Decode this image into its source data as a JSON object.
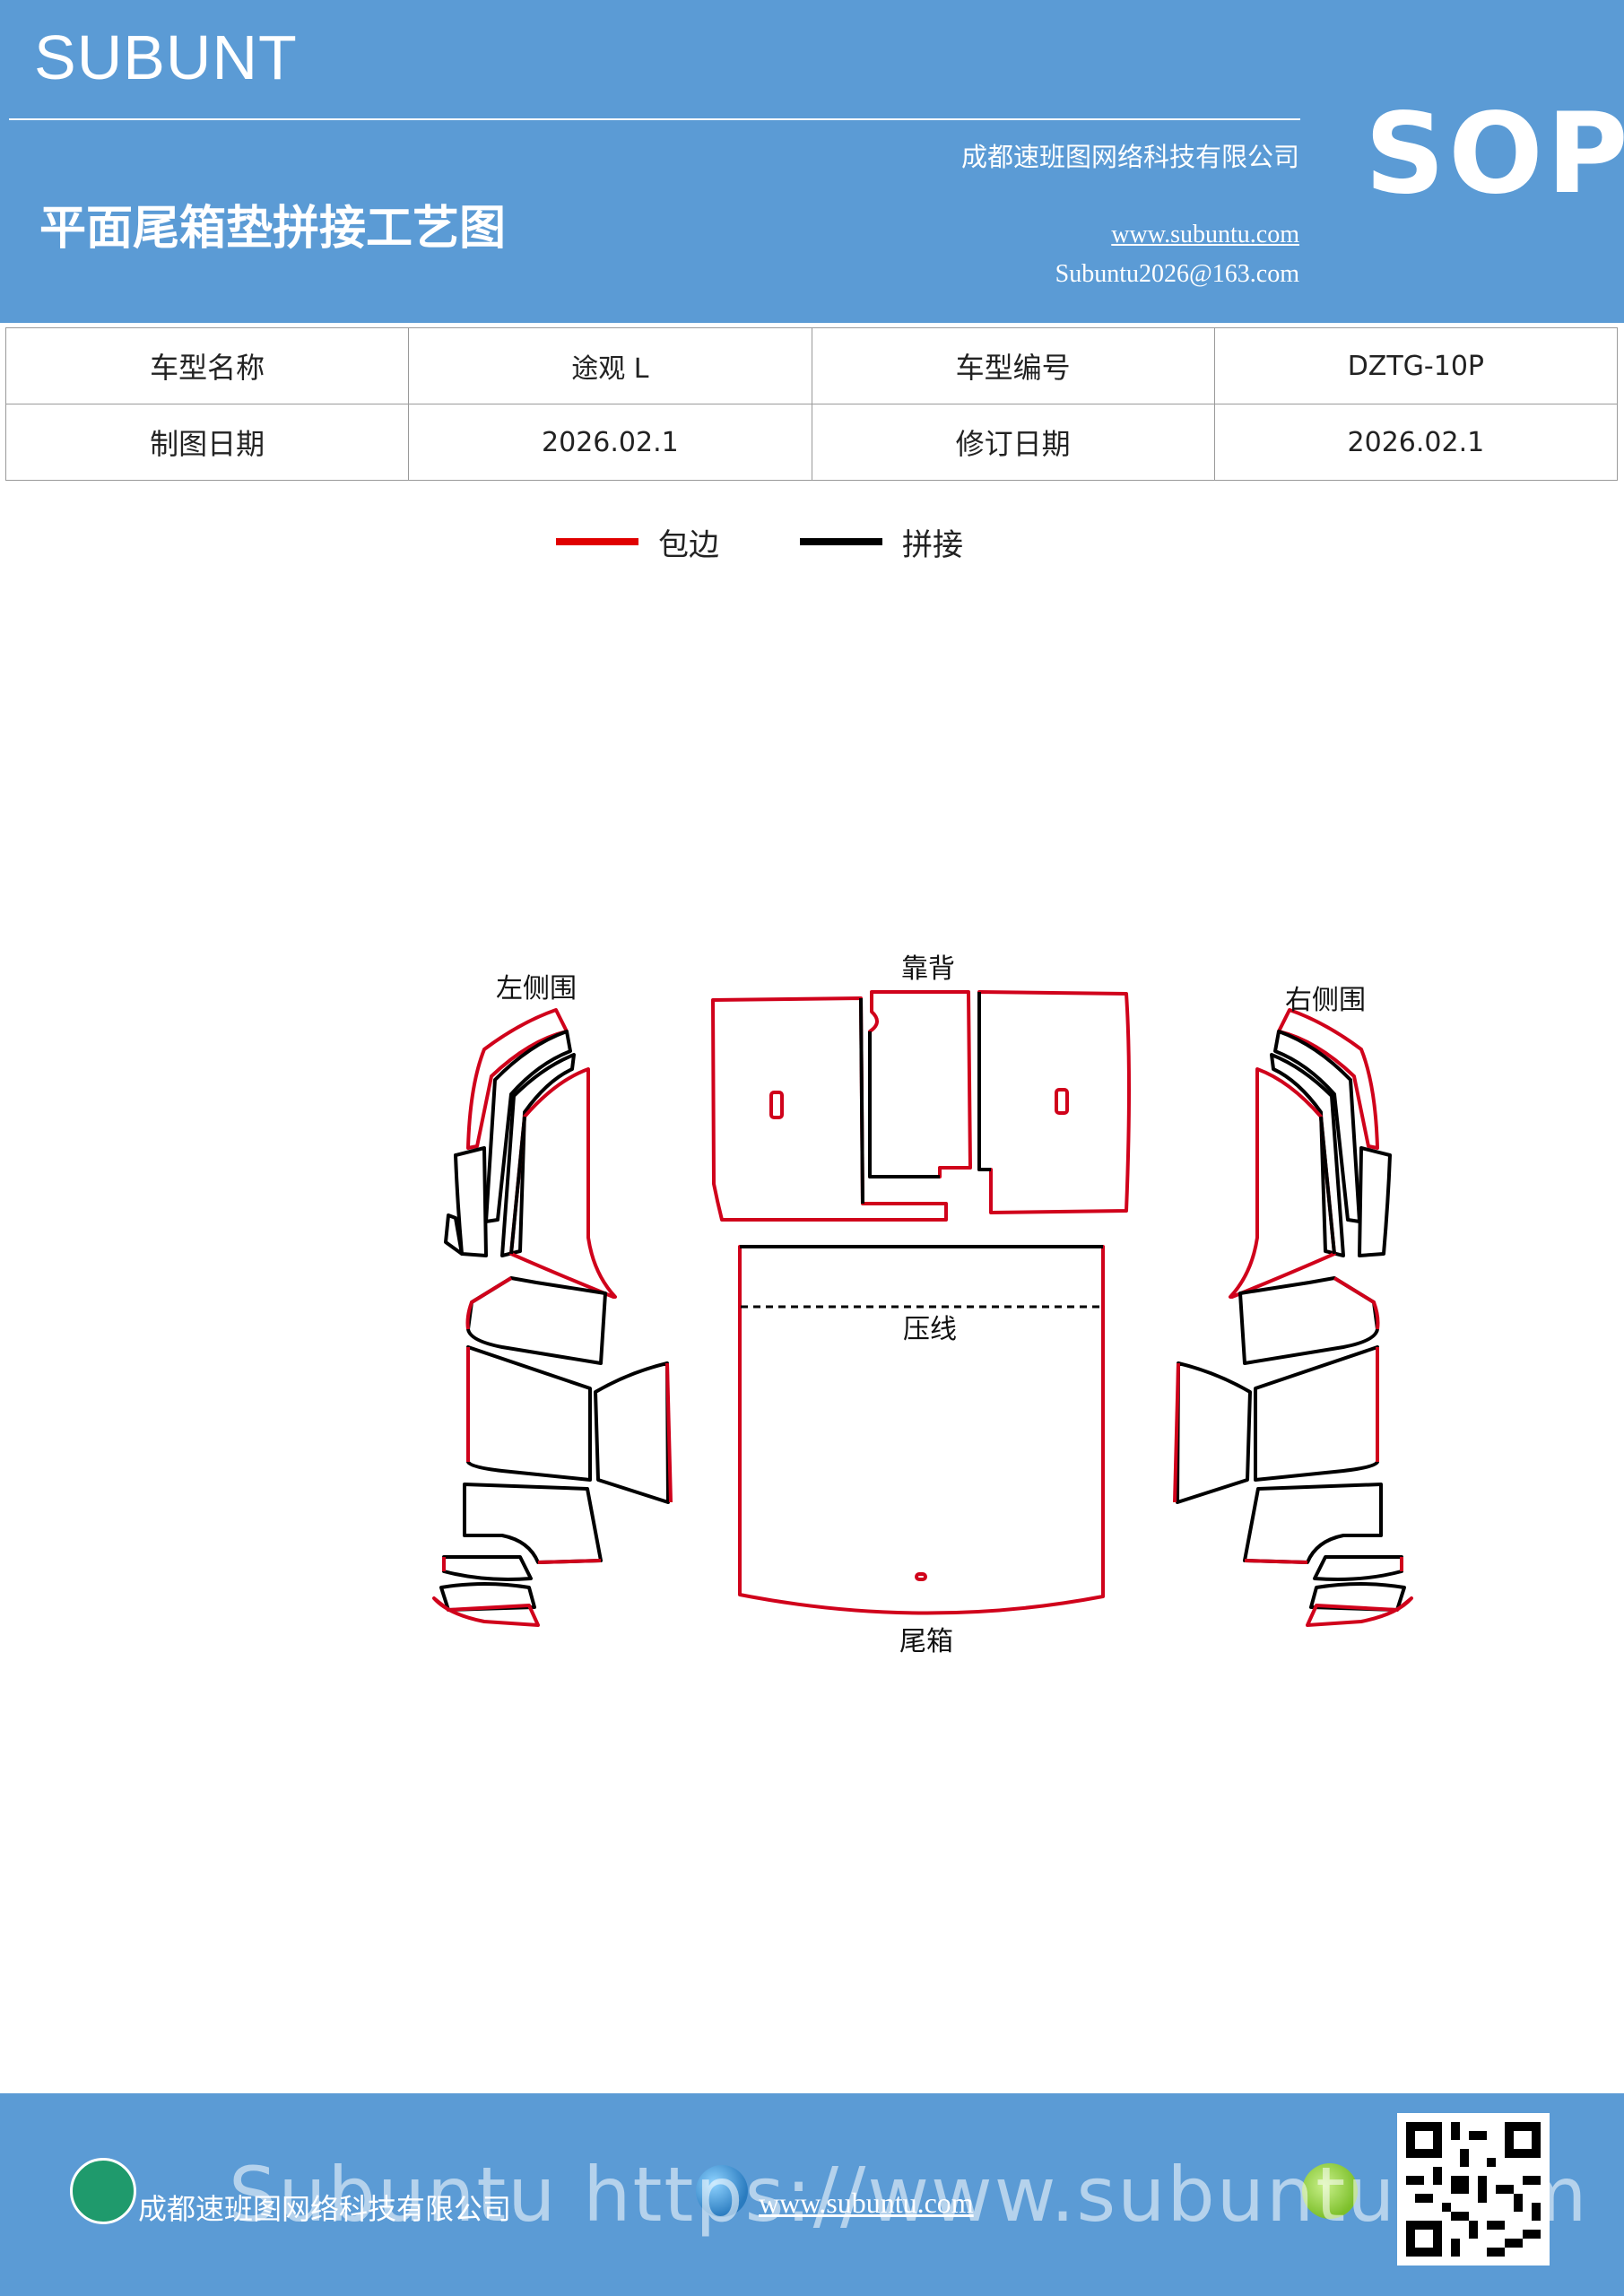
{
  "header": {
    "brand": "SUBUNT",
    "title": "平面尾箱垫拼接工艺图",
    "company": "成都速班图网络科技有限公司",
    "website": "www.subuntu.com",
    "email": "Subuntu2026@163.com",
    "badge": "SOP"
  },
  "info_table": {
    "rows": [
      {
        "label1": "车型名称",
        "value1": "途观 L",
        "label2": "车型编号",
        "value2": "DZTG-10P"
      },
      {
        "label1": "制图日期",
        "value1": "2026.02.1",
        "label2": "修订日期",
        "value2": "2026.02.1"
      }
    ]
  },
  "legend": {
    "items": [
      {
        "label": "包边",
        "color": "#e00000"
      },
      {
        "label": "拼接",
        "color": "#000000"
      }
    ]
  },
  "diagram": {
    "left_side": "左侧围",
    "backrest": "靠背",
    "right_side": "右侧围",
    "press_line": "压线",
    "trunk": "尾箱",
    "edge_color": "#d0021b",
    "seam_color": "#000000"
  },
  "footer": {
    "company": "成都速班图网络科技有限公司",
    "website": "www.subuntu.com",
    "watermark": "Subuntu https://www.subuntu.com"
  }
}
